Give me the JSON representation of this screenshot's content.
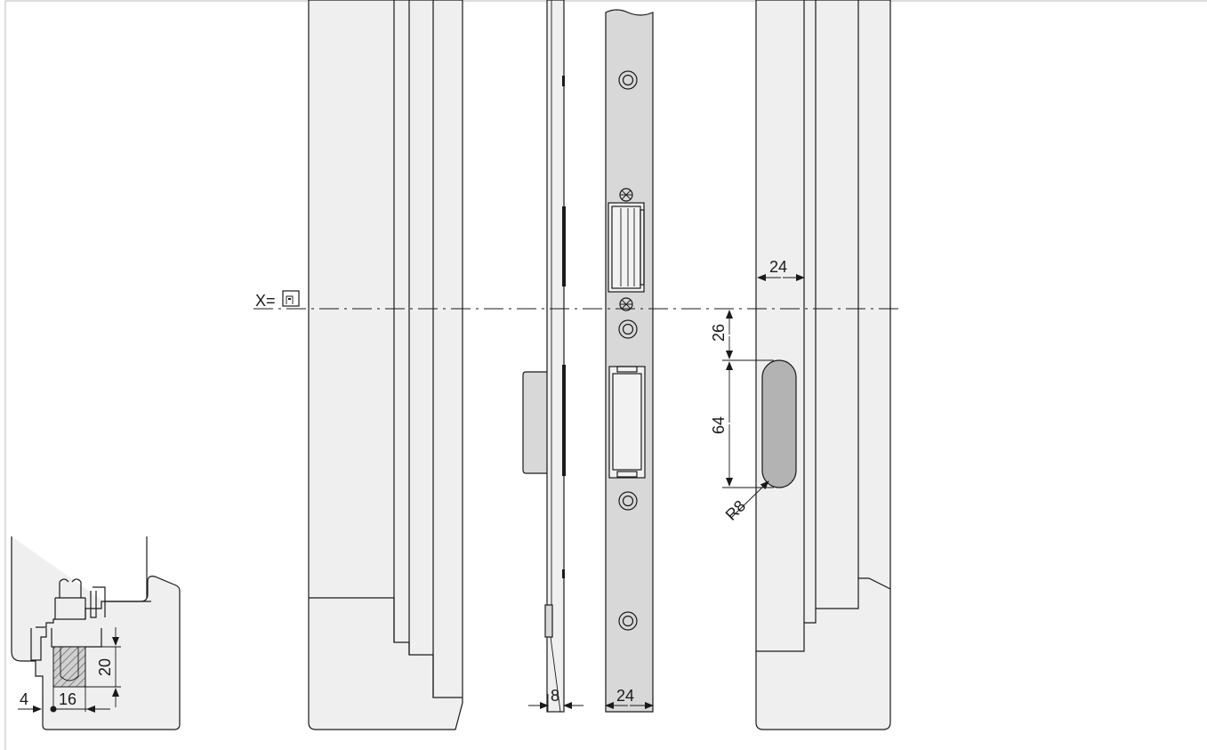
{
  "dimensions": {
    "d4": "4",
    "d16": "16",
    "d20": "20",
    "d8": "8",
    "d24_plate": "24",
    "d24_profile": "24",
    "d26": "26",
    "d64": "64",
    "r8": "R8"
  },
  "axis_marker": "X=",
  "colors": {
    "frame_fill": "#efefef",
    "plate_fill": "#d8d8d8",
    "keep_fill": "#b3b3b3",
    "line": "#1a1a1a"
  }
}
